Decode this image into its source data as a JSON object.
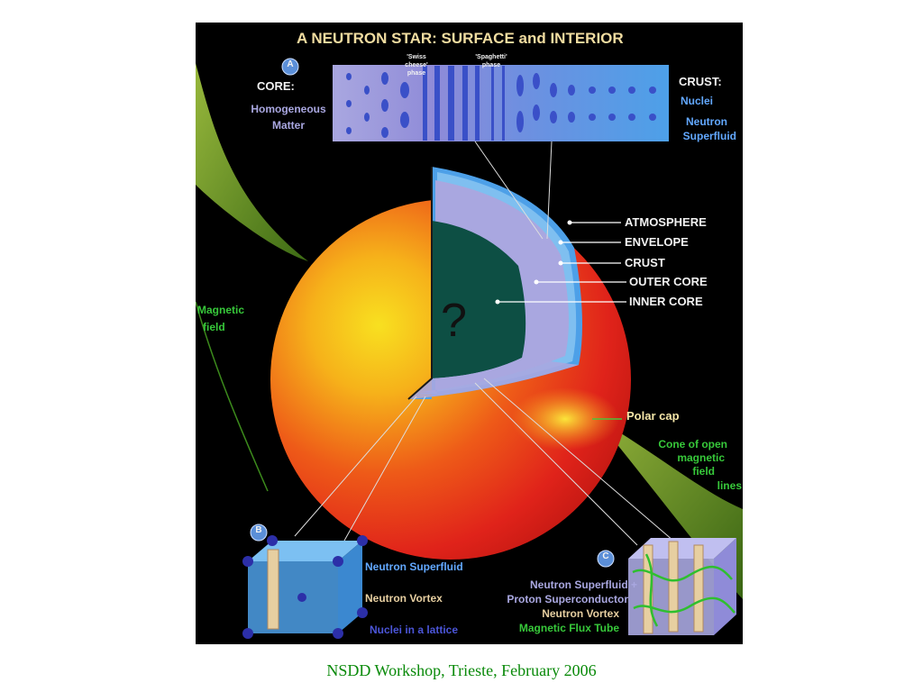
{
  "figure": {
    "title": "A NEUTRON STAR:  SURFACE and INTERIOR",
    "badges": {
      "a": "A",
      "b": "B",
      "c": "C"
    },
    "question_mark": "?",
    "core": {
      "heading": "CORE:",
      "line1": "Homogeneous",
      "line2": "Matter"
    },
    "crust_box": {
      "heading": "CRUST:",
      "nuclei": "Nuclei",
      "line1": "Neutron",
      "line2": "Superfluid"
    },
    "phases": {
      "swiss_1": "'Swiss",
      "swiss_2": "cheese'",
      "swiss_3": "phase",
      "spaghetti_1": "'Spaghetti'",
      "spaghetti_2": "phase"
    },
    "layers": [
      "ATMOSPHERE",
      "ENVELOPE",
      "CRUST",
      "OUTER CORE",
      "INNER CORE"
    ],
    "magnetic": {
      "line1": "Magnetic",
      "line2": "field"
    },
    "polar_cap": "Polar cap",
    "cone": {
      "line1": "Cone of open",
      "line2": "magnetic",
      "line3": "field",
      "line4": "lines"
    },
    "inset_b": {
      "superfluid": "Neutron Superfluid",
      "vortex": "Neutron Vortex",
      "nuclei": "Nuclei in a lattice"
    },
    "inset_c": {
      "line1": "Neutron Superfluid  +",
      "line2": "Proton Superconductor",
      "line3": "Neutron Vortex",
      "line4": "Magnetic Flux Tube"
    }
  },
  "caption": "NSDD Workshop, Trieste, February 2006",
  "colors": {
    "background": "#000000",
    "caption": "#0a8a0a",
    "inner_core": "#0d4f44",
    "outer_core": "#a9a7e0",
    "crust": "#5a9bd8",
    "star_red": "#e0231a",
    "star_yellow": "#f7d21e"
  }
}
